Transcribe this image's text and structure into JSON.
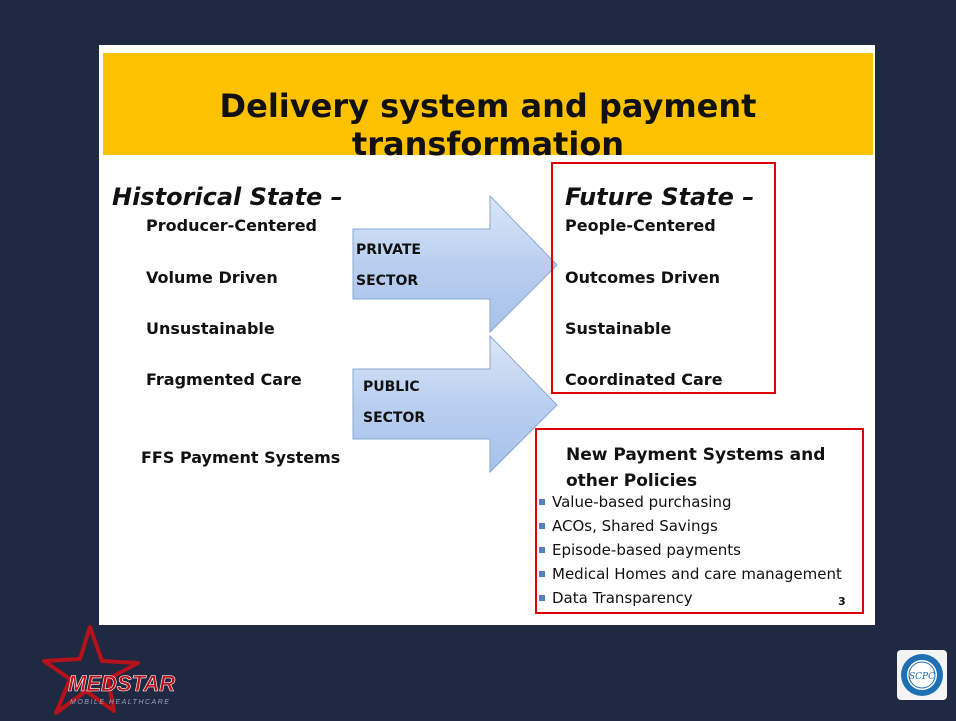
{
  "slide": {
    "title": "Delivery system and payment transformation",
    "historical": {
      "heading": "Historical State –",
      "items": [
        "Producer-Centered",
        "Volume Driven",
        "Unsustainable",
        "Fragmented Care",
        "FFS Payment Systems"
      ]
    },
    "future": {
      "heading": "Future State –",
      "items": [
        "People-Centered",
        "Outcomes Driven",
        "Sustainable",
        "Coordinated Care"
      ]
    },
    "arrows": [
      {
        "line1": "PRIVATE",
        "line2": "SECTOR"
      },
      {
        "line1": "PUBLIC",
        "line2": "SECTOR"
      }
    ],
    "new_payment": {
      "title_line1": "New Payment Systems and",
      "title_line2": "other Policies",
      "bullets": [
        "Value-based purchasing",
        "ACOs, Shared Savings",
        "Episode-based payments",
        "Medical Homes and care management",
        "Data Transparency"
      ]
    },
    "page_number": "3"
  },
  "logos": {
    "left_text": "MEDSTAR",
    "left_subtext": "MOBILE HEALTHCARE",
    "right_text": "SCPC"
  },
  "colors": {
    "background": "#202942",
    "title_bar": "#fcc200",
    "box_border": "#e00000",
    "bullet": "#4f81bd",
    "brand_red": "#b5121b"
  }
}
